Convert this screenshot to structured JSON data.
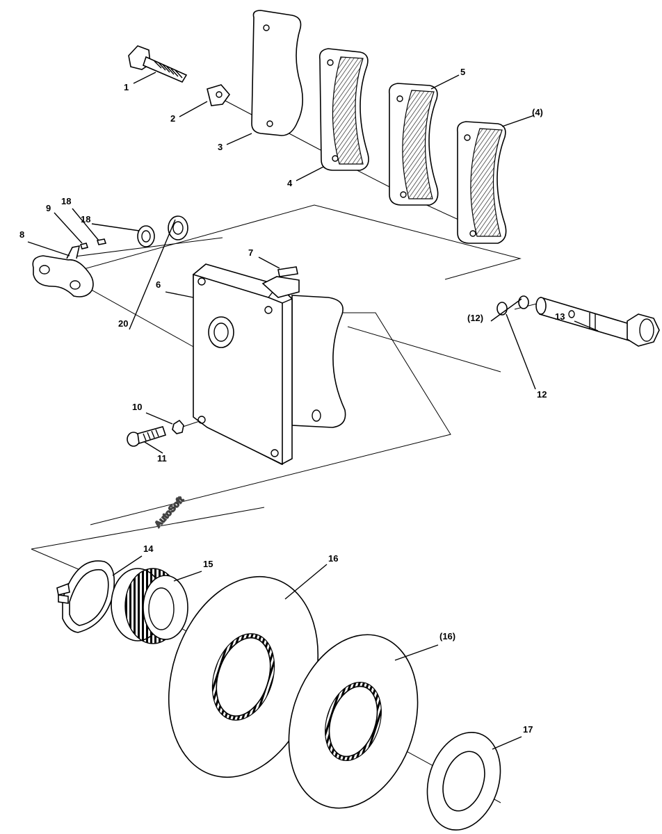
{
  "callouts": {
    "c1": "1",
    "c2": "2",
    "c3": "3",
    "c4": "4",
    "c5": "5",
    "c4b": "(4)",
    "c6": "6",
    "c7": "7",
    "c8": "8",
    "c9": "9",
    "c18a": "18",
    "c18b": "18",
    "c20": "20",
    "c10": "10",
    "c11": "11",
    "c12": "12",
    "c12b": "(12)",
    "c13": "13",
    "c14": "14",
    "c15": "15",
    "c16": "16",
    "c16b": "(16)",
    "c17": "17"
  },
  "watermark": "AutoSoft"
}
